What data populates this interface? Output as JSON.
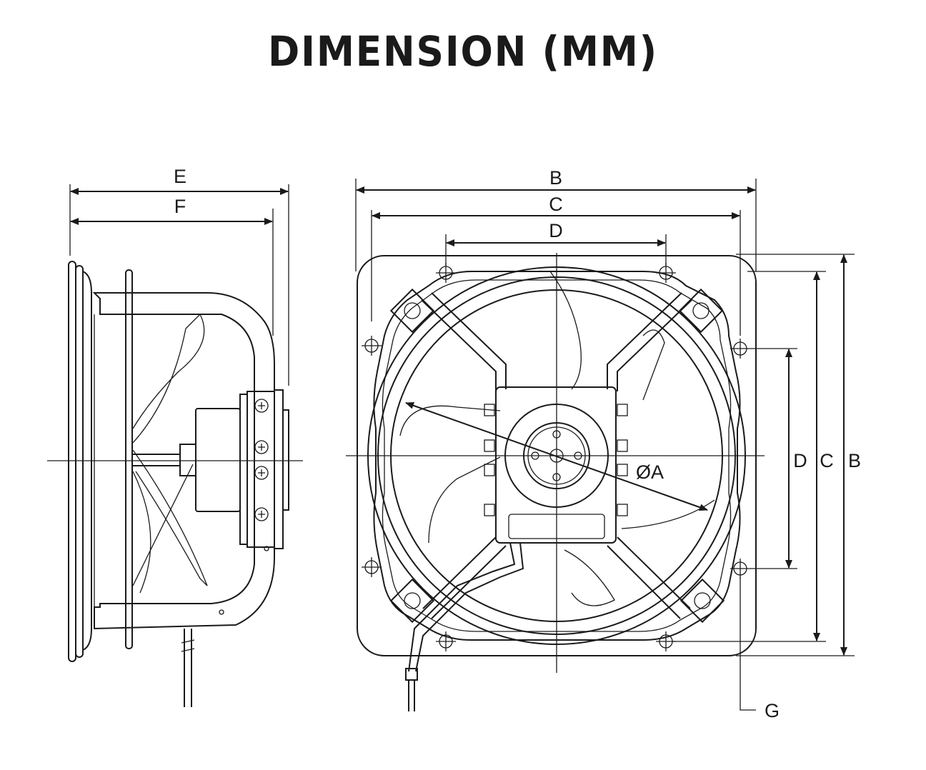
{
  "title": "DIMENSION (MM)",
  "labels": {
    "E": "E",
    "F": "F",
    "B_top": "B",
    "C_top": "C",
    "D_top": "D",
    "D_right": "D",
    "C_right": "C",
    "B_right": "B",
    "phiA": "ØA",
    "G": "G"
  }
}
